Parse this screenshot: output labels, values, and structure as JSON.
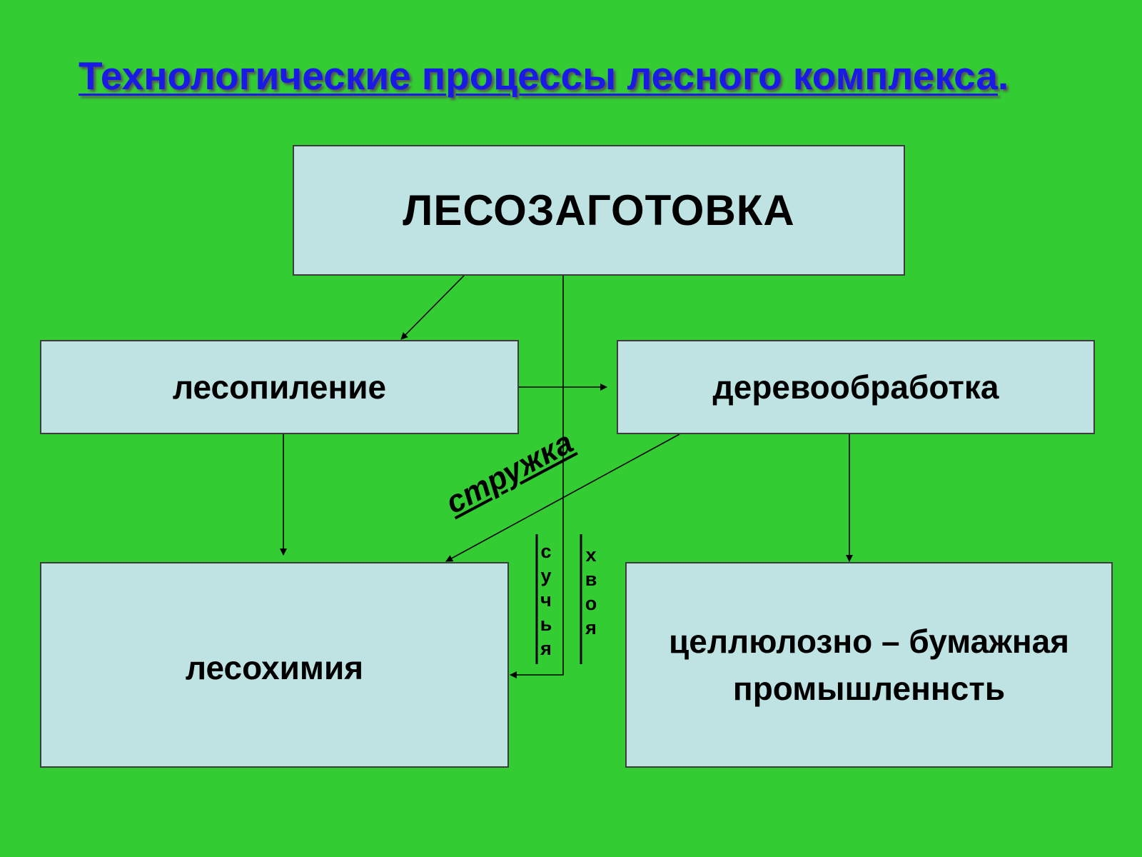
{
  "title": {
    "text": "Технологические процессы лесного комплекса",
    "dot": "."
  },
  "nodes": {
    "top": "ЛЕСОЗАГОТОВКА",
    "left_mid": "лесопиление",
    "right_mid": "деревообработка",
    "left_bottom": "лесохимия",
    "right_bottom_line1": "целлюлозно – бумажная",
    "right_bottom_line2": "промышленнсть"
  },
  "edge_labels": {
    "suchya": "сучья",
    "khvoya": "хвоя",
    "struzhka": "стружка"
  },
  "colors": {
    "background": "#33cc33",
    "box_fill": "#bfe3e3",
    "title": "#1a1ae6"
  }
}
